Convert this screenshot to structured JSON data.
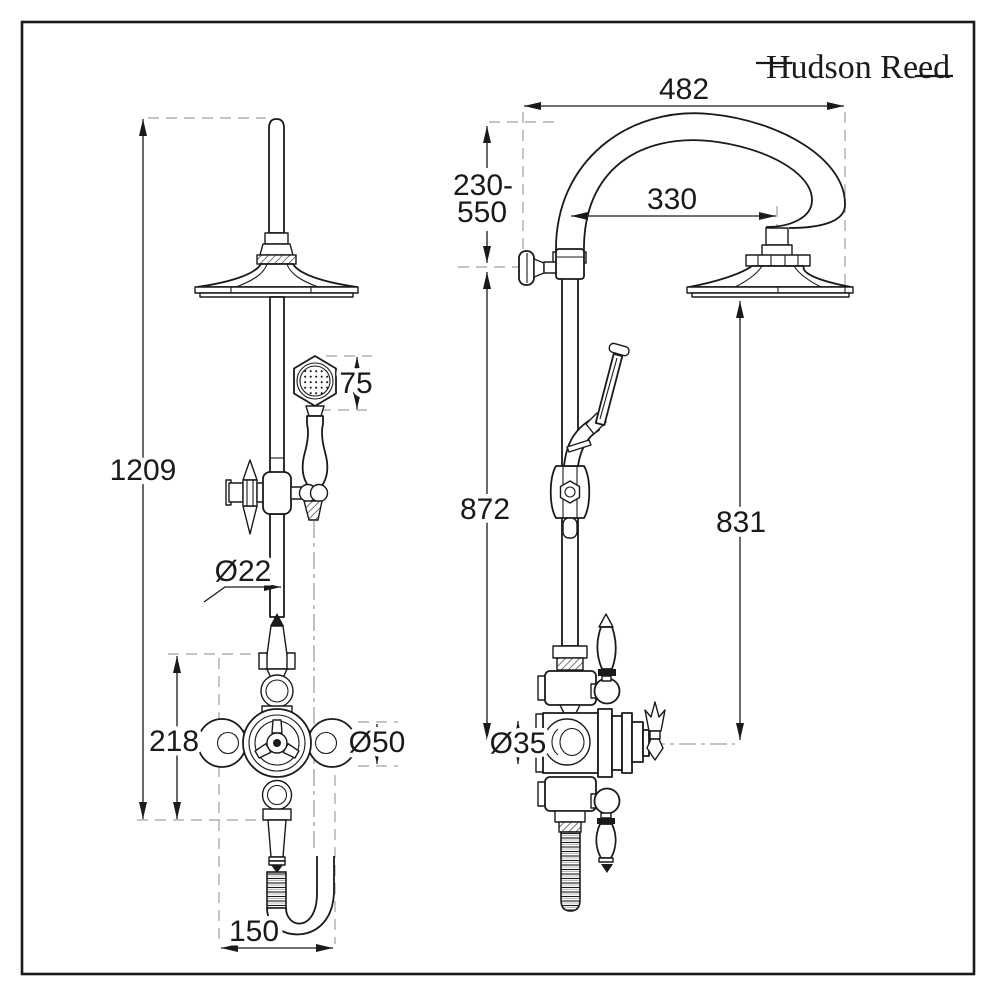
{
  "brand": {
    "logo_text": "Hudson Reed"
  },
  "front_view": {
    "dims": {
      "overall_height": "1209",
      "handset_head": "75",
      "riser_diameter": "Ø22",
      "valve_height": "218",
      "handle_diameter": "Ø50",
      "hose_offset": "150"
    }
  },
  "side_view": {
    "dims": {
      "arm_reach": "482",
      "adjustable_range_top": "230-",
      "adjustable_range_bottom": "550",
      "arm_projection": "330",
      "riser_height": "872",
      "head_height": "831",
      "port_diameter": "Ø35"
    }
  },
  "colors": {
    "line": "#1a1a1a",
    "extension": "#a0a0a0",
    "centerline": "#8c8c8c",
    "background": "#ffffff"
  }
}
